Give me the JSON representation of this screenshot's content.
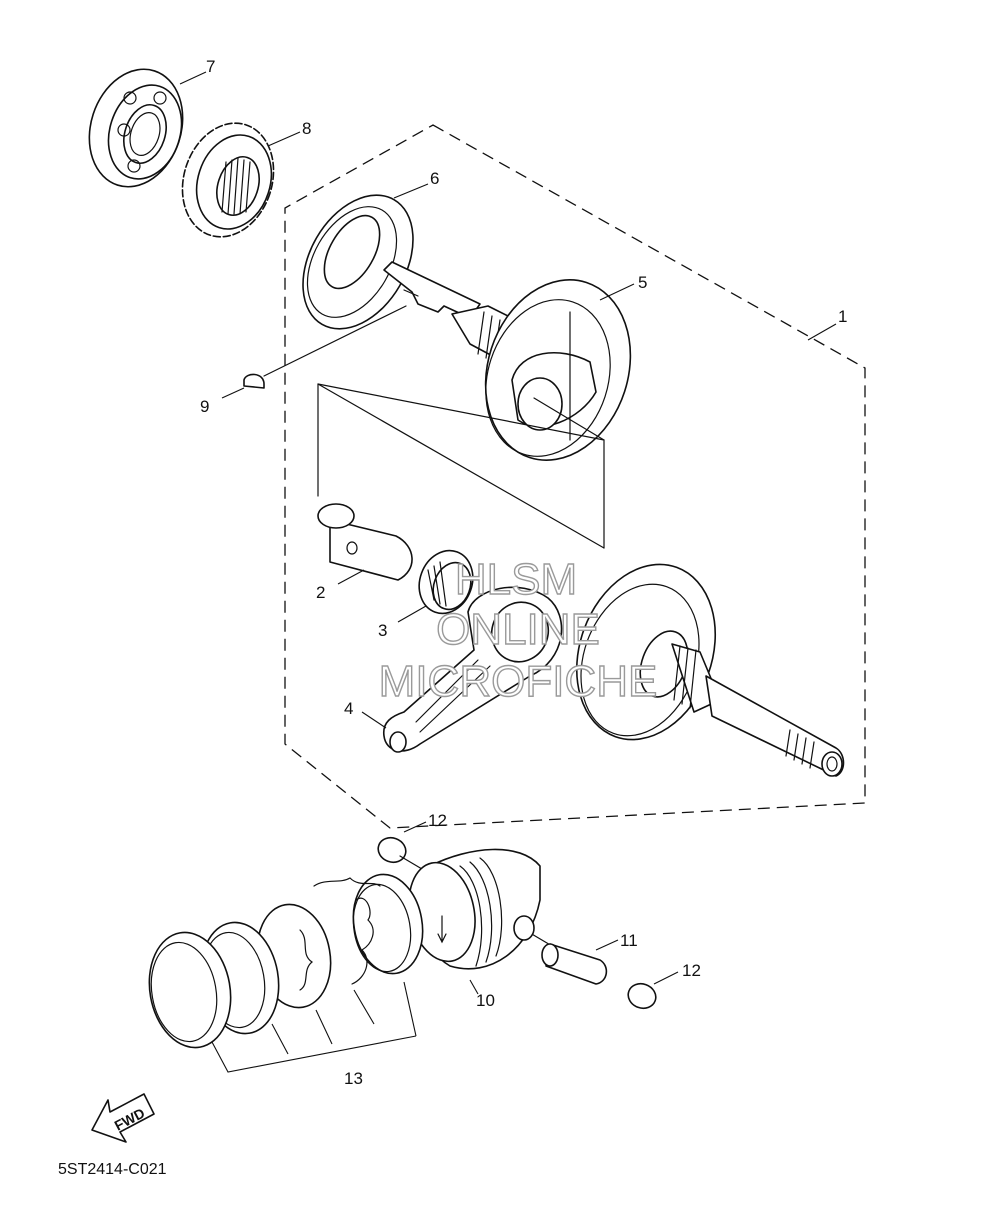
{
  "callouts": {
    "c1": "1",
    "c2": "2",
    "c3": "3",
    "c4": "4",
    "c5": "5",
    "c6": "6",
    "c7": "7",
    "c8": "8",
    "c9": "9",
    "c10": "10",
    "c11": "11",
    "c12a": "12",
    "c12b": "12",
    "c13": "13"
  },
  "watermark": {
    "line1": "HLSM",
    "line2": "ONLINE",
    "line3": "MICROFICHE"
  },
  "fwd_label": "FWD",
  "diagram_code": "5ST2414-C021"
}
